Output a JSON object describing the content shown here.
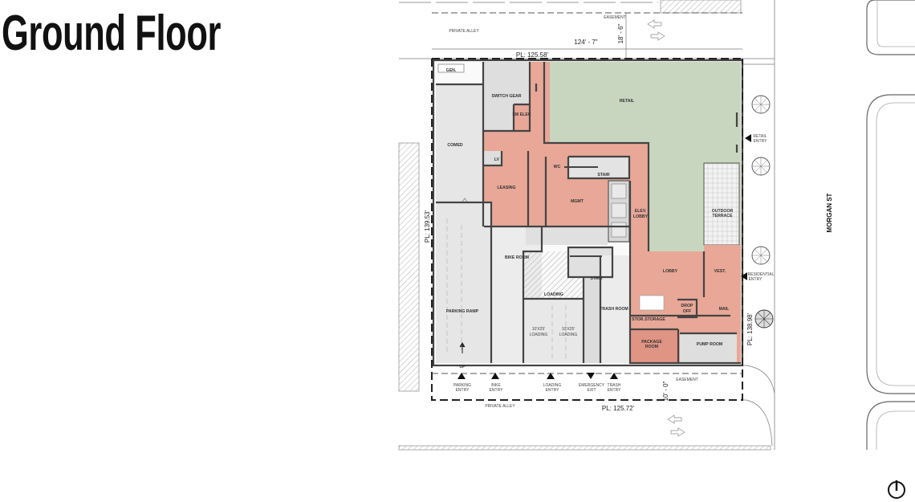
{
  "title": "Ground Floor",
  "colors": {
    "retail": "#c9d6bf",
    "amenity": "#e8a797",
    "service": "#e3e3e3",
    "service_light": "#ececec",
    "package": "#e09484"
  },
  "site": {
    "north_alley": "PRIVATE ALLEY",
    "north_easement": "EASEMENT",
    "north_dim_width": "124' - 7\"",
    "north_dim_depth": "18' - 6\"",
    "pl_north": "PL: 125.58'",
    "pl_west": "PL: 139.53'",
    "pl_east": "PL: 138.98'",
    "pl_south": "PL: 125.72'",
    "south_alley": "PRIVATE ALLEY",
    "south_easement": "EASEMENT",
    "south_dim_depth": "10' - 0\"",
    "street": "MORGAN ST"
  },
  "rooms": {
    "gen": "GEN.",
    "switch_gear": "SWITCH GEAR",
    "em_elec": "EM ELEC",
    "comed": "COMED",
    "retail": "RETAIL",
    "lv": "LV",
    "leasing": "LEASING",
    "wc": "WC",
    "stair_north": "STAIR",
    "mgmt": "MGMT",
    "elev_lobby_1": "ELEV.",
    "elev_lobby_2": "LOBBY",
    "outdoor_1": "OUTDOOR",
    "outdoor_2": "TERRACE",
    "bike_room": "BIKE ROOM",
    "parking_ramp": "PARKING RAMP",
    "up": "UP",
    "loading": "LOADING",
    "bay1_1": "10'X25'",
    "bay1_2": "LOADING",
    "bay2_1": "10'X25'",
    "bay2_2": "LOADING",
    "stair_south": "STAIR",
    "trash_room": "TRASH ROOM",
    "lobby": "LOBBY",
    "vest": "VEST.",
    "drop_off_1": "DROP",
    "drop_off_2": "OFF",
    "mail": "MAIL",
    "stor": "STOR.",
    "storage": "STORAGE",
    "package_1": "PACKAGE",
    "package_2": "ROOM",
    "pump_room": "PUMP ROOM"
  },
  "entries": {
    "retail_1": "RETAIL",
    "retail_2": "ENTRY",
    "residential_1": "RESIDENTIAL",
    "residential_2": "ENTRY",
    "parking_1": "PARKING",
    "parking_2": "ENTRY",
    "bike_1": "BIKE",
    "bike_2": "ENTRY",
    "loading_1": "LOADING",
    "loading_2": "ENTRY",
    "emergency_1": "EMERGENCY",
    "emergency_2": "EXIT",
    "trash_1": "TRASH",
    "trash_2": "ENTRY"
  }
}
